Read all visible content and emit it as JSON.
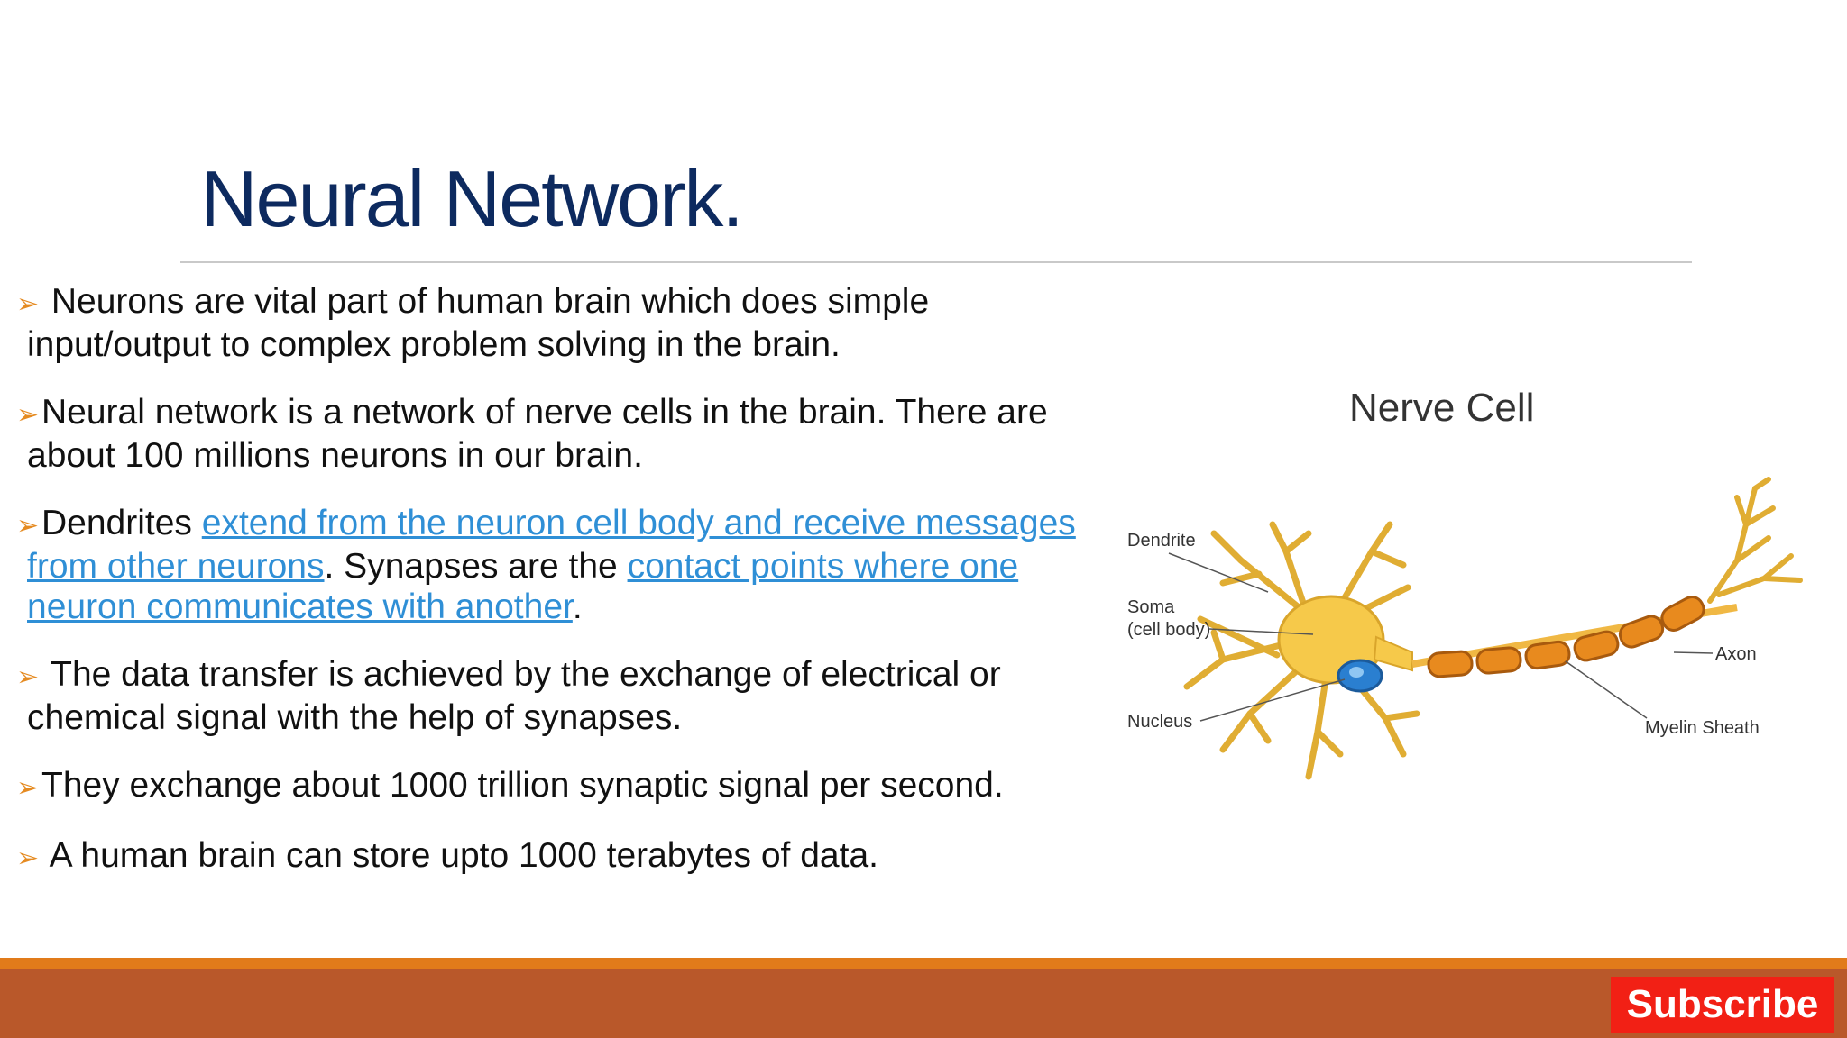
{
  "slide": {
    "title": "Neural Network."
  },
  "bullets": {
    "b1": {
      "text": " Neurons are vital part of human brain which does simple input/output to complex problem solving in the brain."
    },
    "b2": {
      "text": "Neural network is a network of nerve cells in the brain. There are about 100 millions neurons in our brain."
    },
    "b3": {
      "prefix": "Dendrites ",
      "link1": "extend from the neuron cell body and receive messages from other neurons",
      "middle": ". Synapses are the ",
      "link2": "contact points where one neuron communicates with another",
      "suffix": "."
    },
    "b4": {
      "text": " The data transfer is achieved by the exchange of electrical or chemical signal with the help of synapses."
    },
    "b5": {
      "text": "They exchange about 1000 trillion synaptic signal per second."
    },
    "b6": {
      "text": " A human brain can store upto 1000 terabytes of data."
    },
    "arrow_glyph": "➢"
  },
  "diagram": {
    "title": "Nerve Cell",
    "labels": {
      "dendrite": "Dendrite",
      "soma_line1": "Soma",
      "soma_line2": "(cell body)",
      "nucleus": "Nucleus",
      "axon": "Axon",
      "myelin": "Myelin Sheath"
    }
  },
  "footer": {
    "subscribe_label": "Subscribe"
  },
  "colors": {
    "title": "#0d2a5f",
    "arrow": "#e58b22",
    "link": "#2f8fd6",
    "footer_line": "#e17b1a",
    "footer_band": "#b9582a",
    "subscribe": "#f22015",
    "neuron_fill": "#f6c94a",
    "neuron_stroke": "#d9a52b",
    "myelin": "#e88a1e",
    "nucleus": "#2a7fd0"
  }
}
